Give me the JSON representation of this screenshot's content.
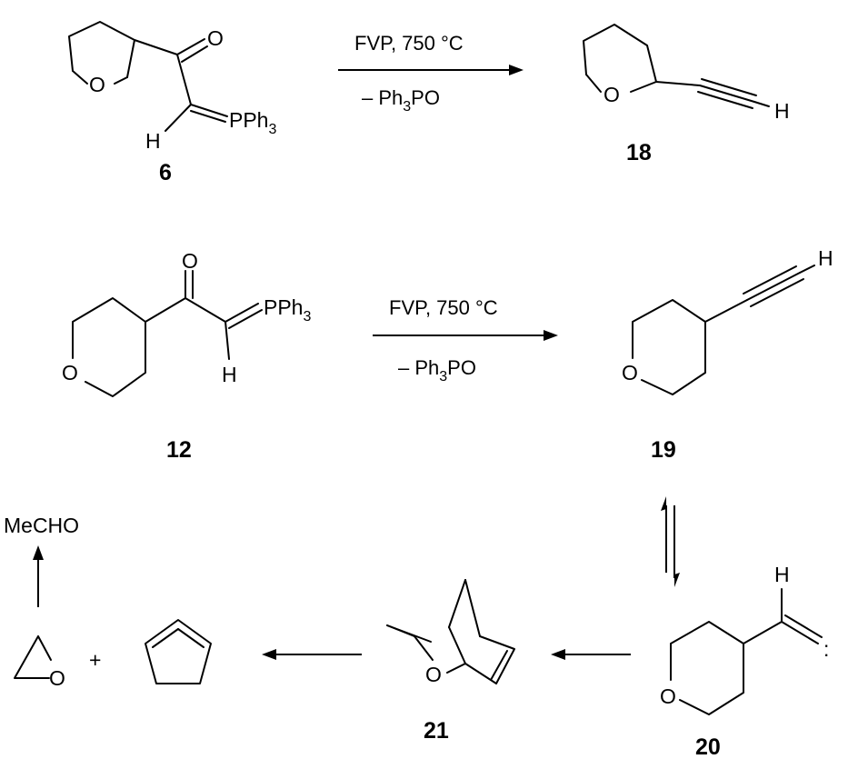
{
  "reaction1": {
    "condition_top": "FVP, 750 °C",
    "condition_bottom_prefix": "– Ph",
    "condition_bottom_sub": "3",
    "condition_bottom_suffix": "PO"
  },
  "reaction2": {
    "condition_top": "FVP, 750 °C",
    "condition_bottom_prefix": "– Ph",
    "condition_bottom_sub": "3",
    "condition_bottom_suffix": "PO"
  },
  "compounds": {
    "c6": "6",
    "c18": "18",
    "c12": "12",
    "c19": "19",
    "c20": "20",
    "c21": "21"
  },
  "atoms": {
    "O": "O",
    "H": "H",
    "P_group_main": "PPh",
    "P_group_sub": "3",
    "plus": "+",
    "mecho": "MeCHO",
    "carbene_dots": ":"
  }
}
